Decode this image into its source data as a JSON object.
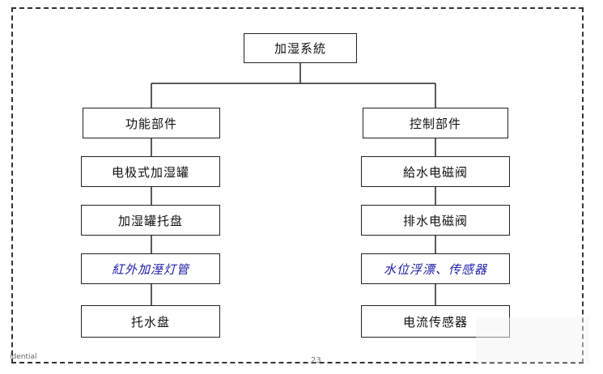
{
  "root": {
    "label": "加湿系統"
  },
  "left_branch": {
    "label": "功能部件",
    "items": [
      "电极式加湿罐",
      "加湿罐托盘",
      "紅外加溼灯管",
      "托水盘"
    ]
  },
  "right_branch": {
    "label": "控制部件",
    "items": [
      "給水电磁阀",
      "排水电磁阀",
      "水位浮漂、传感器",
      "电流传感器"
    ]
  },
  "footer": {
    "left": "idential",
    "page": "23"
  }
}
